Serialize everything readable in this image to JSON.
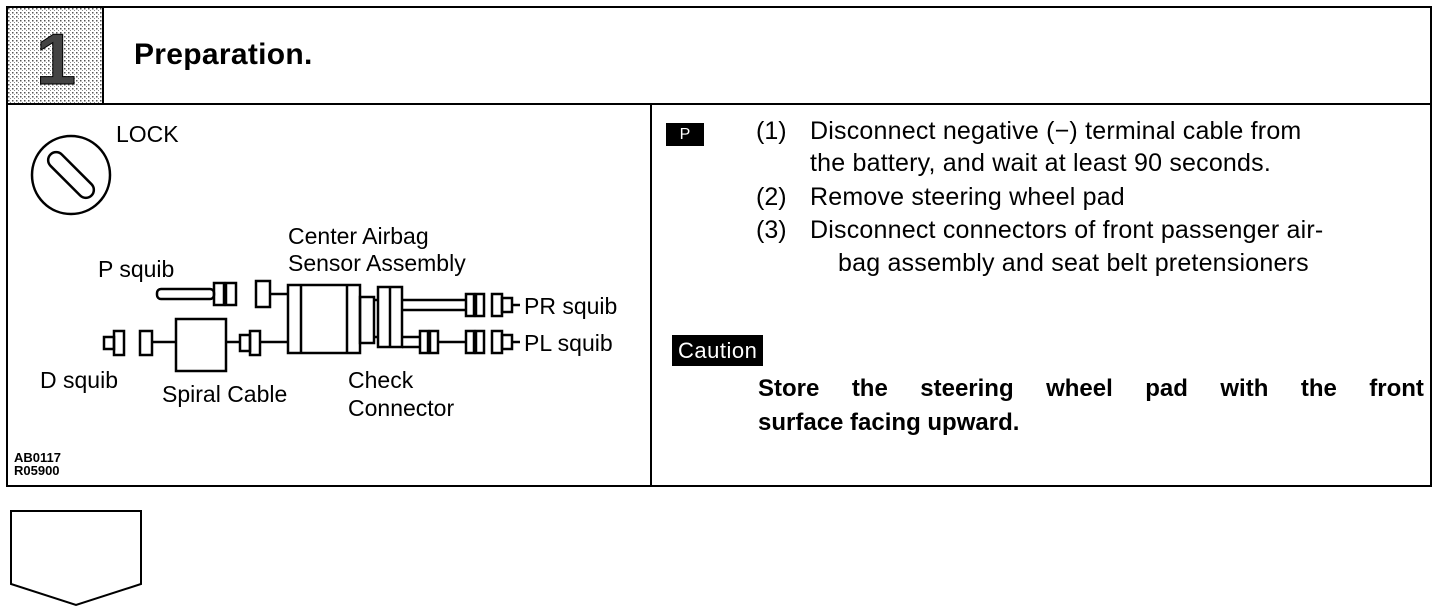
{
  "header": {
    "step_number": "1",
    "title": "Preparation."
  },
  "diagram": {
    "lock_label": "LOCK",
    "center_label_line1": "Center Airbag",
    "center_label_line2": "Sensor Assembly",
    "p_squib": "P squib",
    "d_squib": "D squib",
    "spiral_cable": "Spiral Cable",
    "check_line1": "Check",
    "check_line2": "Connector",
    "pr_squib": "PR squib",
    "pl_squib": "PL squib",
    "code_line1": "AB0117",
    "code_line2": "R05900"
  },
  "instructions": {
    "tag": "P",
    "steps": [
      {
        "num": "(1)",
        "lines": [
          "Disconnect negative (−) terminal cable from",
          "the battery, and wait at least 90 seconds."
        ]
      },
      {
        "num": "(2)",
        "lines": [
          "Remove steering wheel pad"
        ]
      },
      {
        "num": "(3)",
        "lines": [
          "Disconnect connectors of front passenger air-",
          "bag assembly and seat belt pretensioners"
        ]
      }
    ],
    "caution_label": "Caution",
    "caution_words_line1": [
      "Store",
      "the",
      "steering",
      "wheel",
      "pad",
      "with",
      "the",
      "front"
    ],
    "caution_line2": "surface facing upward."
  }
}
